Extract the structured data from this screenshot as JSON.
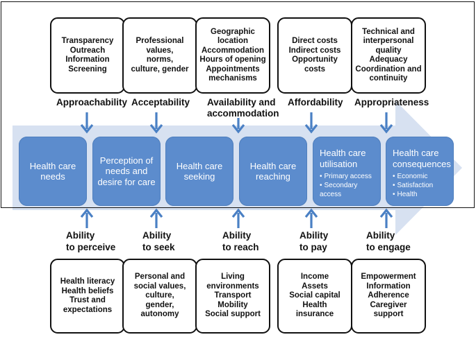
{
  "top_boxes": [
    "Transparency\nOutreach\nInformation\nScreening",
    "Professional\nvalues,\nnorms,\nculture, gender",
    "Geographic\nlocation\nAccommodation\nHours of opening\nAppointments\nmechanisms",
    "Direct costs\nIndirect costs\nOpportunity\ncosts",
    "Technical and\ninterpersonal\nquality\nAdequacy\nCoordination and\ncontinuity"
  ],
  "dimensions": [
    "Approachability",
    "Acceptability",
    "Availability and\naccommodation",
    "Affordability",
    "Appropriateness"
  ],
  "stages": [
    {
      "title": "Health care\nneeds"
    },
    {
      "title": "Perception of\nneeds and\ndesire for care"
    },
    {
      "title": "Health care\nseeking"
    },
    {
      "title": "Health care\nreaching"
    },
    {
      "title": "Health care\nutilisation",
      "items": [
        "Primary access",
        "Secondary access"
      ]
    },
    {
      "title": "Health care\nconsequences",
      "items": [
        "Economic",
        "Satisfaction",
        "Health"
      ]
    }
  ],
  "abilities": [
    "Ability\nto perceive",
    "Ability\nto seek",
    "Ability\nto reach",
    "Ability\nto pay",
    "Ability\nto engage"
  ],
  "bottom_boxes": [
    "Health literacy\nHealth beliefs\nTrust and\nexpectations",
    "Personal and\nsocial values,\nculture,\ngender,\nautonomy",
    "Living\nenvironments\nTransport\nMobility\nSocial support",
    "Income\nAssets\nSocial capital\nHealth\ninsurance",
    "Empowerment\nInformation\nAdherence\nCaregiver\nsupport"
  ],
  "colors": {
    "stage_fill": "#5c8ccd",
    "big_arrow": "#d7e1f1",
    "small_arrow": "#4a80c4",
    "border": "#111111"
  }
}
